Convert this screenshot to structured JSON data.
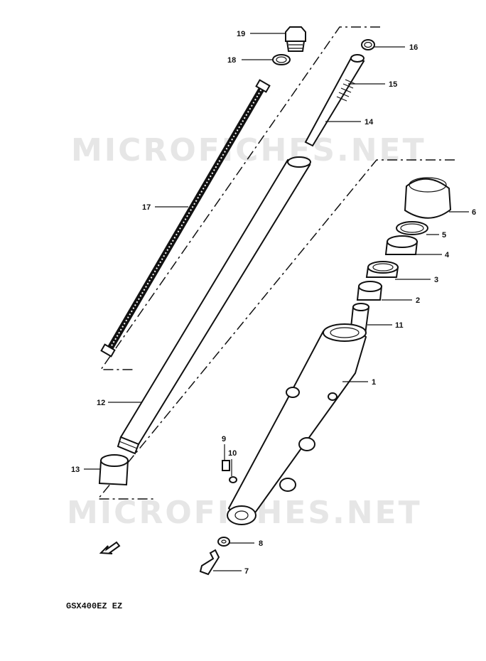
{
  "watermark": "MICROFICHES.NET",
  "caption": "GSX400EZ  EZ",
  "callouts": [
    {
      "id": "c19",
      "num": "19",
      "name": "callout-19"
    },
    {
      "id": "c18",
      "num": "18",
      "name": "callout-18"
    },
    {
      "id": "c16",
      "num": "16",
      "name": "callout-16"
    },
    {
      "id": "c15",
      "num": "15",
      "name": "callout-15"
    },
    {
      "id": "c14",
      "num": "14",
      "name": "callout-14"
    },
    {
      "id": "c17",
      "num": "17",
      "name": "callout-17"
    },
    {
      "id": "c6",
      "num": "6",
      "name": "callout-6"
    },
    {
      "id": "c5",
      "num": "5",
      "name": "callout-5"
    },
    {
      "id": "c4",
      "num": "4",
      "name": "callout-4"
    },
    {
      "id": "c3",
      "num": "3",
      "name": "callout-3"
    },
    {
      "id": "c2",
      "num": "2",
      "name": "callout-2"
    },
    {
      "id": "c11",
      "num": "11",
      "name": "callout-11"
    },
    {
      "id": "c1",
      "num": "1",
      "name": "callout-1"
    },
    {
      "id": "c12",
      "num": "12",
      "name": "callout-12"
    },
    {
      "id": "c9",
      "num": "9",
      "name": "callout-9"
    },
    {
      "id": "c10",
      "num": "10",
      "name": "callout-10"
    },
    {
      "id": "c13",
      "num": "13",
      "name": "callout-13"
    },
    {
      "id": "c8",
      "num": "8",
      "name": "callout-8"
    },
    {
      "id": "c7",
      "num": "7",
      "name": "callout-7"
    }
  ]
}
